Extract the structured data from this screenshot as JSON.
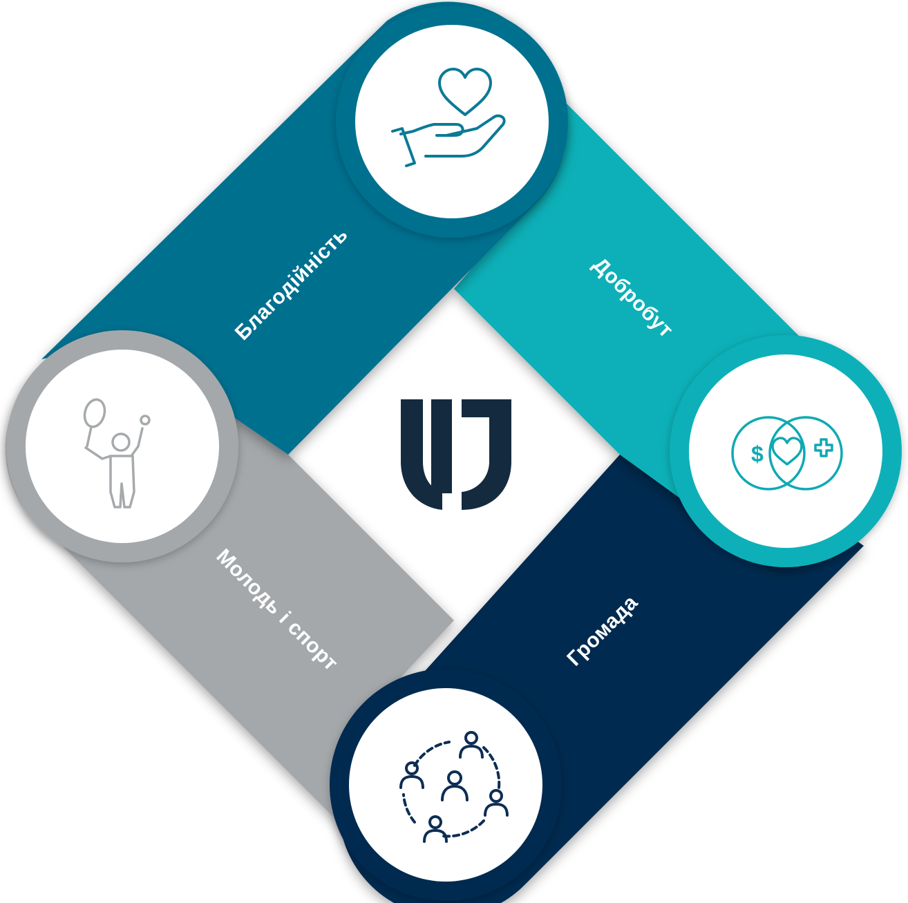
{
  "colors": {
    "charity": "#03708f",
    "wellbeing": "#0ab0b8",
    "community": "#03294f",
    "youth": "#a4a8ab",
    "logo": "#142a3f",
    "icon_charity": "#0b7a96",
    "icon_wellbeing": "#0fa9b3",
    "icon_community": "#0d2d53",
    "icon_youth": "#a6aaad",
    "disc": "#ffffff",
    "center": "#ffffff"
  },
  "segments": {
    "charity": {
      "label": "Благодійність",
      "icon": "heart-in-hand-icon"
    },
    "wellbeing": {
      "label": "Добробут",
      "icon": "dollar-heart-plus-icon"
    },
    "community": {
      "label": "Громада",
      "icon": "people-circle-icon"
    },
    "youth": {
      "label": "Молодь і спорт",
      "icon": "tennis-player-icon"
    }
  },
  "center": {
    "icon": "u-logo-icon"
  }
}
